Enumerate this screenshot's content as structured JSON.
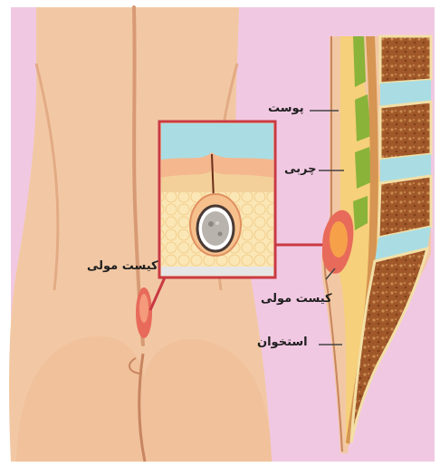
{
  "labels": {
    "skin": "پوست",
    "fat": "چربی",
    "cyst_spine": "کیست مولی",
    "bone": "استخوان",
    "cyst_body": "کیست مولی"
  },
  "colors": {
    "background": "#f1c8e2",
    "skin": "#f2c8a4",
    "skin_shadow": "#d79a74",
    "cyst": "#e86a5a",
    "callout": "#c83a44",
    "fluid": "#a9dde3",
    "fat": "#8ab33a",
    "bone": "#a86428",
    "bone_light": "#f3dfa6"
  }
}
